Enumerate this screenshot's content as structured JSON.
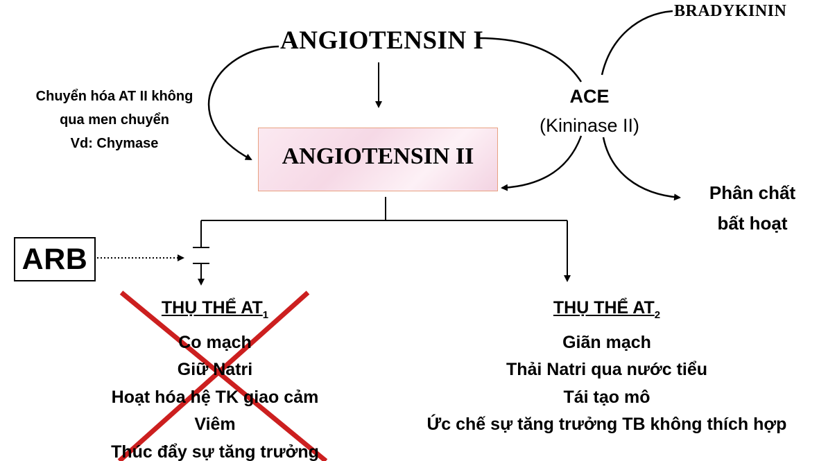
{
  "nodes": {
    "angiotensin1": "ANGIOTENSIN I",
    "angiotensin2": "ANGIOTENSIN II",
    "bradykinin": "BRADYKININ",
    "ace": "ACE",
    "kininase": "(Kininase II)",
    "inactive_line1": "Phân chất",
    "inactive_line2": "bất hoạt",
    "arb": "ARB"
  },
  "note": {
    "line1": "Chuyển hóa AT II không",
    "line2": "qua men chuyển",
    "line3": "Vd: Chymase"
  },
  "receptor_at1": {
    "title": "THỤ THỂ AT",
    "subscript": "1",
    "effects": [
      "Co mạch",
      "Giữ Natri",
      "Hoạt hóa hệ TK giao cảm",
      "Viêm",
      "Thúc đẩy sự tăng trưởng"
    ]
  },
  "receptor_at2": {
    "title": "THỤ THỂ AT",
    "subscript": "2",
    "effects": [
      "Giãn mạch",
      "Thải Natri qua nước tiểu",
      "Tái tạo mô",
      "Ức chế sự tăng trưởng TB không thích hợp"
    ]
  },
  "colors": {
    "box_border": "#e8a080",
    "box_fill": "#f6d9e6",
    "block_cross": "#cc1f1f"
  }
}
